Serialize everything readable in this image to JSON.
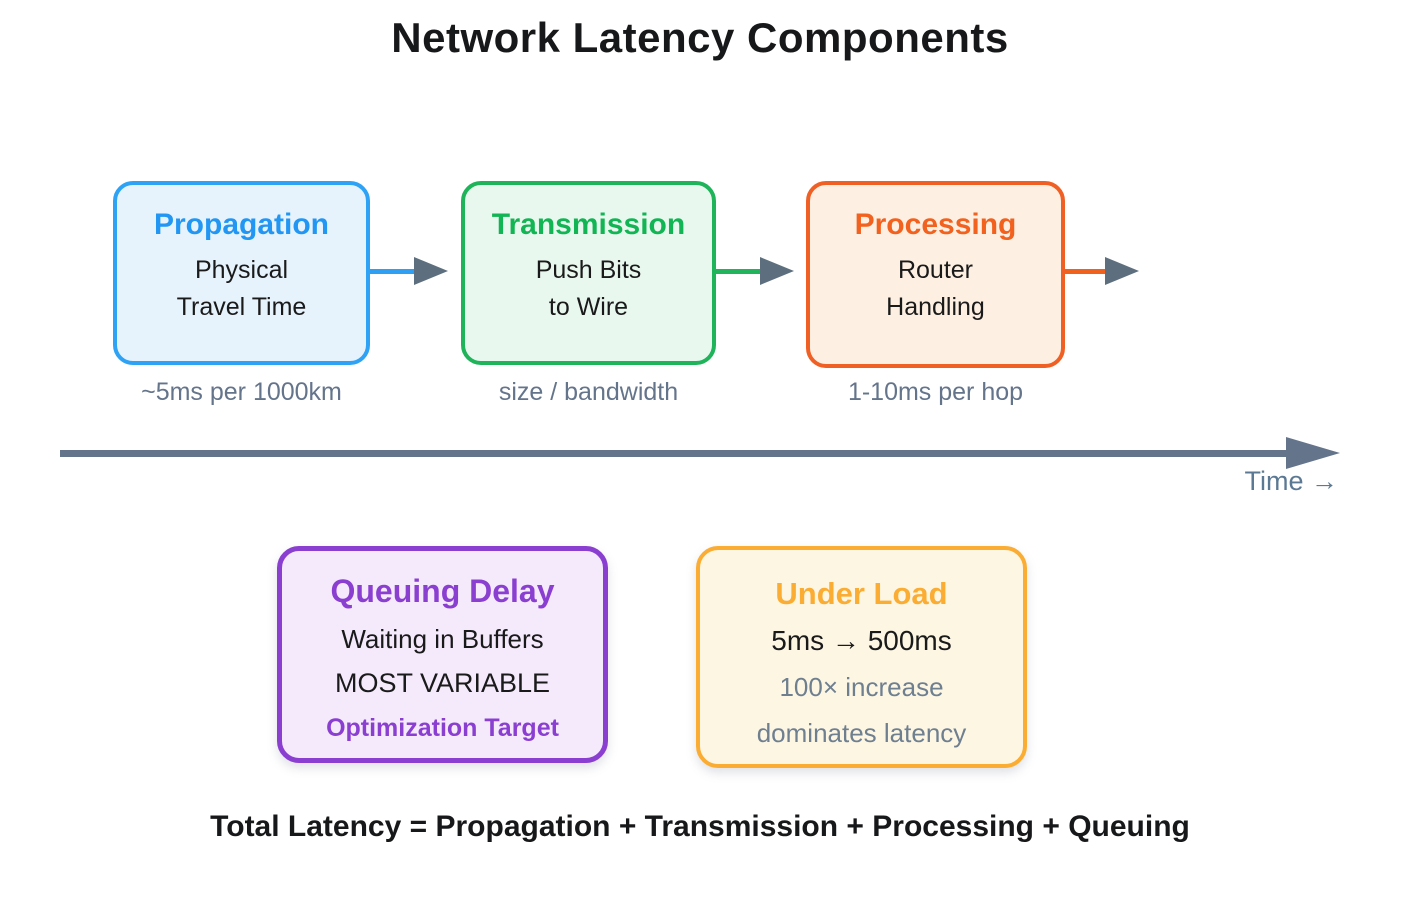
{
  "title": "Network Latency Components",
  "flow_boxes": [
    {
      "title": "Propagation",
      "body_line1": "Physical",
      "body_line2": "Travel Time",
      "caption": "~5ms per 1000km",
      "accent_color": "#2196f3",
      "border_color": "#2ea2f5",
      "fill_color": "#e6f2fc"
    },
    {
      "title": "Transmission",
      "body_line1": "Push Bits",
      "body_line2": "to Wire",
      "caption": "size / bandwidth",
      "accent_color": "#12b553",
      "border_color": "#1fb45a",
      "fill_color": "#e9f8ef"
    },
    {
      "title": "Processing",
      "body_line1": "Router",
      "body_line2": "Handling",
      "caption": "1-10ms per hop",
      "accent_color": "#f2611e",
      "border_color": "#f05f24",
      "fill_color": "#fdf0e2"
    }
  ],
  "timeline": {
    "label": "Time →",
    "color": "#64748b"
  },
  "queuing_box": {
    "title": "Queuing Delay",
    "line1": "Waiting in Buffers",
    "line2": "MOST VARIABLE",
    "footer": "Optimization Target",
    "accent_color": "#8a3fd1",
    "fill_color": "#f5e9fc"
  },
  "under_load_box": {
    "title": "Under Load",
    "line1": "5ms → 500ms",
    "line2": "100× increase",
    "line3": "dominates latency",
    "accent_color": "#fbac32",
    "fill_color": "#fdf6e3"
  },
  "formula": "Total Latency = Propagation + Transmission + Processing + Queuing"
}
